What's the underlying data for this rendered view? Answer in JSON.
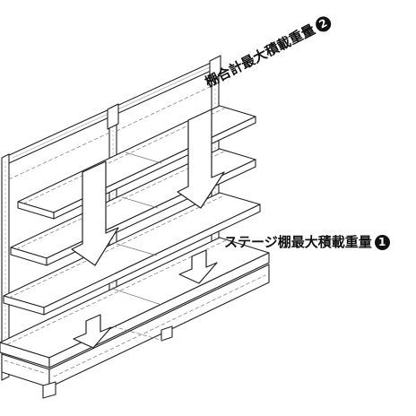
{
  "labels": {
    "total_load": {
      "text": "棚合計最大積載重量",
      "number": "2"
    },
    "stage_load": {
      "text": "ステージ棚最大積載重量",
      "number": "1"
    }
  },
  "colors": {
    "line": "#222222",
    "fill": "#ffffff",
    "dash": "#777777"
  },
  "shelf_levels": 5,
  "bays": 2
}
